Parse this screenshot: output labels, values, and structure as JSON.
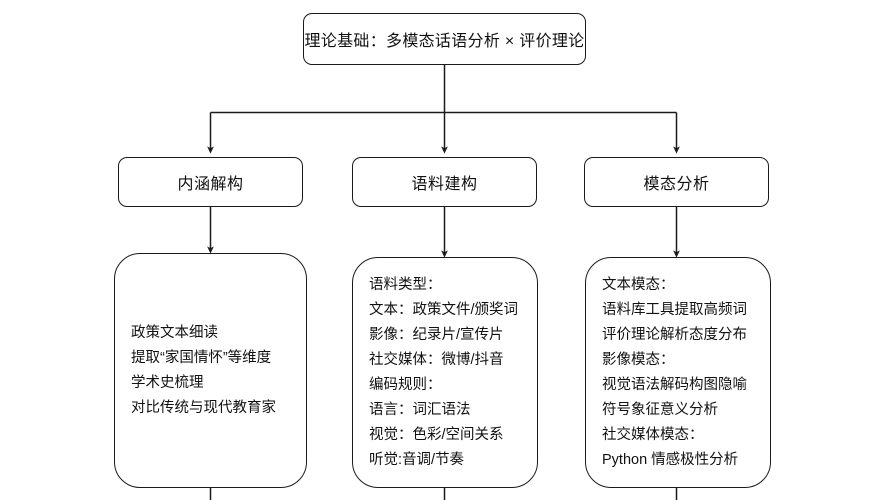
{
  "diagram": {
    "type": "flowchart",
    "orientation": "top-down",
    "colors": {
      "background": "#ffffff",
      "stroke": "#1b1b1b",
      "text": "#111111",
      "node_fill": "#ffffff"
    },
    "root": {
      "label": "理论基础：多模态话语分析 × 评价理论"
    },
    "branches": [
      {
        "title": "内涵解构",
        "details": [
          "政策文本细读",
          "提取“家国情怀”等维度",
          "学术史梳理",
          "对比传统与现代教育家"
        ]
      },
      {
        "title": "语料建构",
        "details": [
          "语料类型：",
          "文本：政策文件/颁奖词",
          "影像：纪录片/宣传片",
          "社交媒体：微博/抖音",
          "编码规则：",
          "语言：词汇语法",
          "视觉：色彩/空间关系",
          "听觉:音调/节奏"
        ]
      },
      {
        "title": "模态分析",
        "details": [
          "文本模态：",
          "语料库工具提取高频词",
          "评价理论解析态度分布",
          "影像模态：",
          "视觉语法解码构图隐喻",
          "符号象征意义分析",
          "社交媒体模态：",
          "Python 情感极性分析"
        ]
      }
    ]
  }
}
